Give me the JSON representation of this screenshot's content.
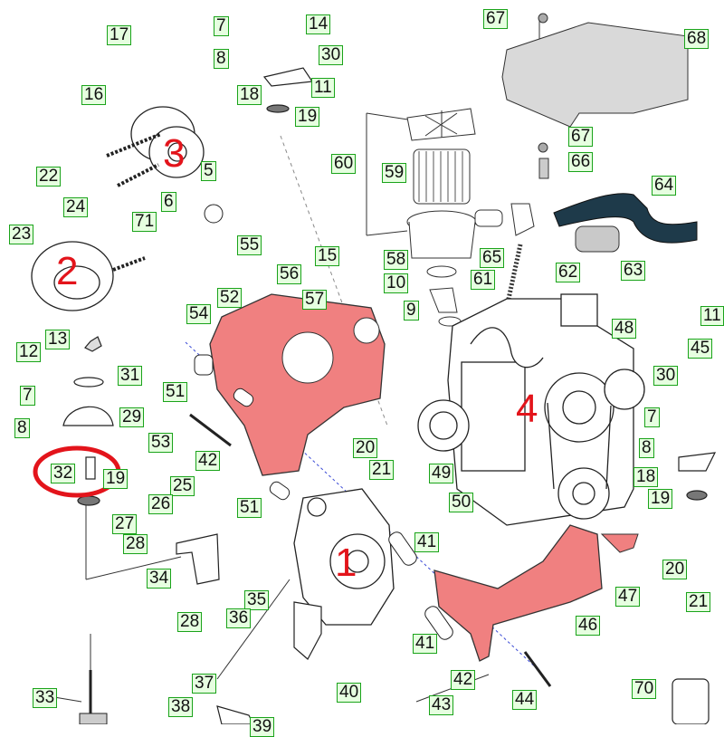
{
  "labels": [
    "1",
    "2",
    "3",
    "4",
    "5",
    "6",
    "7",
    "8",
    "9",
    "10",
    "11",
    "12",
    "13",
    "14",
    "15",
    "16",
    "17",
    "18",
    "19",
    "20",
    "21",
    "22",
    "23",
    "24",
    "25",
    "26",
    "27",
    "28",
    "29",
    "30",
    "31",
    "32",
    "33",
    "34",
    "35",
    "36",
    "37",
    "38",
    "39",
    "40",
    "41",
    "42",
    "43",
    "44",
    "45",
    "46",
    "47",
    "48",
    "49",
    "50",
    "51",
    "52",
    "53",
    "54",
    "55",
    "56",
    "57",
    "58",
    "59",
    "60",
    "61",
    "62",
    "63",
    "64",
    "65",
    "66",
    "67",
    "68",
    "70",
    "71"
  ],
  "big_numbers": [
    "1",
    "2",
    "3",
    "4"
  ],
  "colors": {
    "highlight_red": "#e3141b",
    "plate_fill": "#f08080",
    "label_border": "#1aa31a",
    "label_fill": "#e6ffe0"
  }
}
